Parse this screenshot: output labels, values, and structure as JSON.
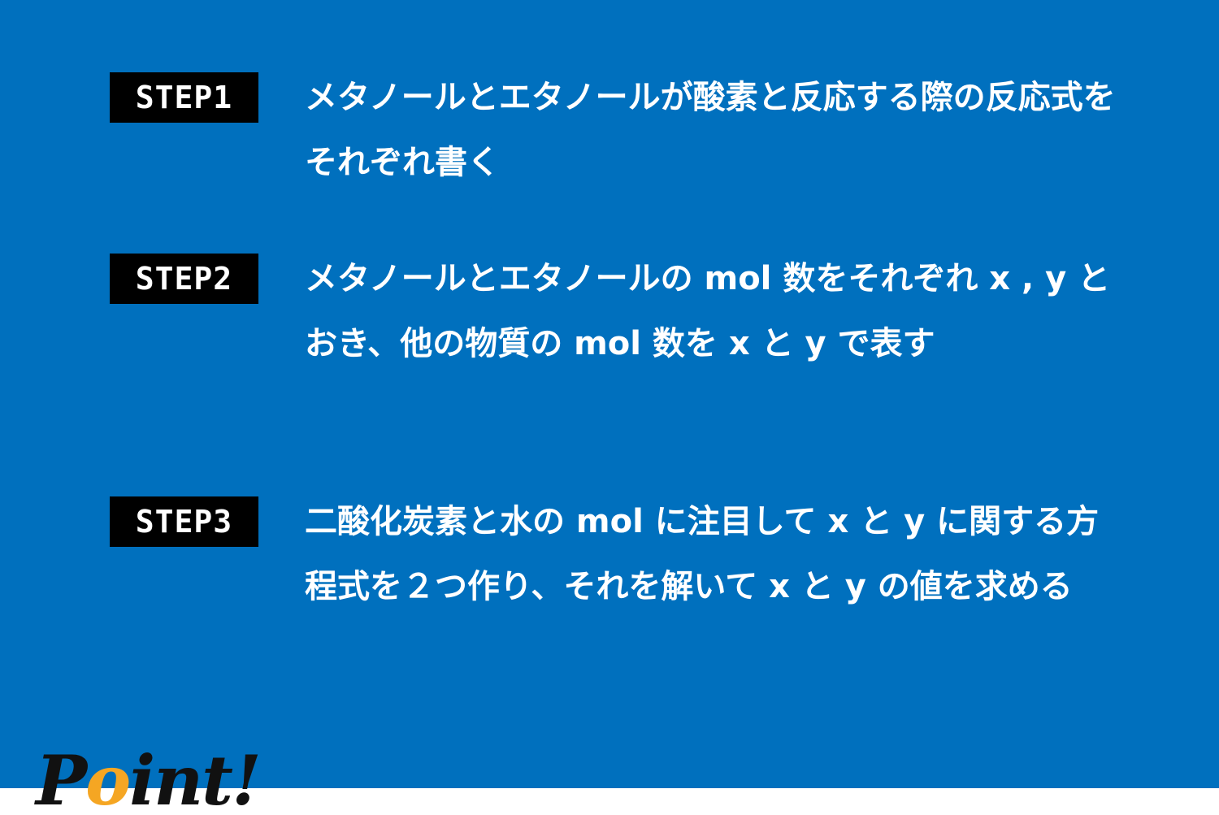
{
  "steps": [
    {
      "label": "STEP1",
      "text": "メタノールとエタノールが酸素と反応する際の反応式をそれぞれ書く"
    },
    {
      "label": "STEP2",
      "text": "メタノールとエタノールの mol 数をそれぞれ x , y とおき、他の物質の mol 数を x と y で表す"
    },
    {
      "label": "STEP3",
      "text": "二酸化炭素と水の mol に注目して x と y に関する方程式を２つ作り、それを解いて x と y の値を求める"
    }
  ],
  "logo": {
    "p": "P",
    "o": "o",
    "rest": "int!"
  },
  "colors": {
    "panel": "#0070BE",
    "badge": "#000000",
    "text": "#FFFFFF",
    "logo_accent": "#F5A623"
  }
}
